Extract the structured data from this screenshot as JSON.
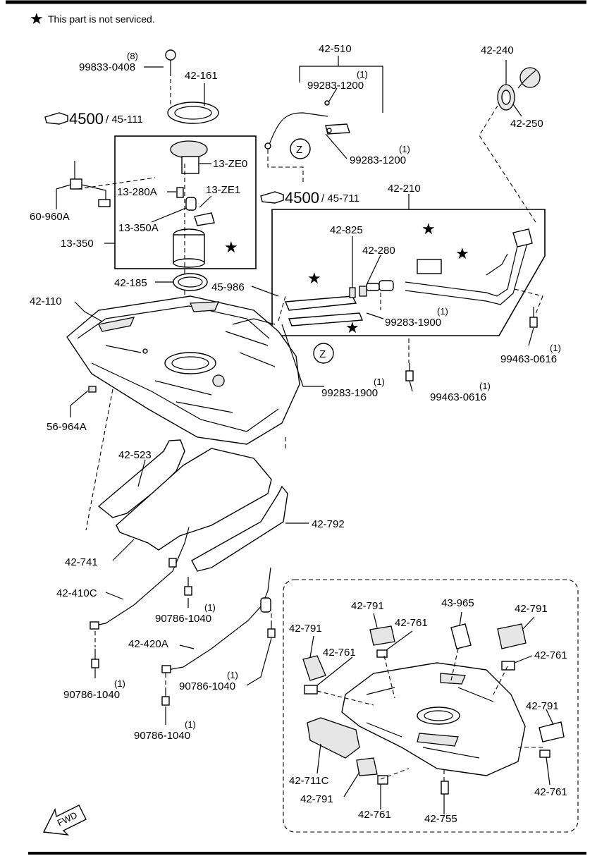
{
  "note": {
    "star": "★",
    "text": "This part is not serviced."
  },
  "refs": {
    "r1_num": "4500",
    "r1_sub": "/ 45-111",
    "r2_num": "4500",
    "r2_sub": "/ 45-711"
  },
  "callout_letter": "Z",
  "fwd": "FWD",
  "labels": {
    "l_99833": "99833-0408",
    "q_99833": "(8)",
    "l_42161": "42-161",
    "l_42510": "42-510",
    "q_1200a": "(1)",
    "l_1200a": "99283-1200",
    "l_1200b": "99283-1200",
    "q_1200b": "(1)",
    "l_42240": "42-240",
    "l_42250": "42-250",
    "l_13ze0": "13-ZE0",
    "l_13280a": "13-280A",
    "l_13ze1": "13-ZE1",
    "l_13350a": "13-350A",
    "l_13350": "13-350",
    "l_60960a": "60-960A",
    "l_42210": "42-210",
    "l_42825": "42-825",
    "l_42280": "42-280",
    "l_42185": "42-185",
    "l_45986": "45-986",
    "l_42110": "42-110",
    "q_1900a": "(1)",
    "l_1900a": "99283-1900",
    "q_0616a": "(1)",
    "l_0616a": "99463-0616",
    "q_1900b": "(1)",
    "l_1900b": "99283-1900",
    "q_0616b": "(1)",
    "l_0616b": "99463-0616",
    "l_56964a": "56-964A",
    "l_42523": "42-523",
    "l_42792": "42-792",
    "l_42741": "42-741",
    "l_42410c": "42-410C",
    "q_1040a": "(1)",
    "l_1040a": "90786-1040",
    "l_42420a": "42-420A",
    "q_1040b": "(1)",
    "l_1040b": "90786-1040",
    "q_1040c": "(1)",
    "l_1040c": "90786-1040",
    "q_1040d": "(1)",
    "l_1040d": "90786-1040",
    "i_42791a": "42-791",
    "i_42761a": "42-761",
    "i_43965": "43-965",
    "i_42791b": "42-791",
    "i_42791c": "42-791",
    "i_42761b": "42-761",
    "i_42761c": "42-761",
    "i_42791d": "42-791",
    "i_42711c": "42-711C",
    "i_42761d": "42-761",
    "i_42791e": "42-791",
    "i_42761e": "42-761",
    "i_42755": "42-755"
  }
}
